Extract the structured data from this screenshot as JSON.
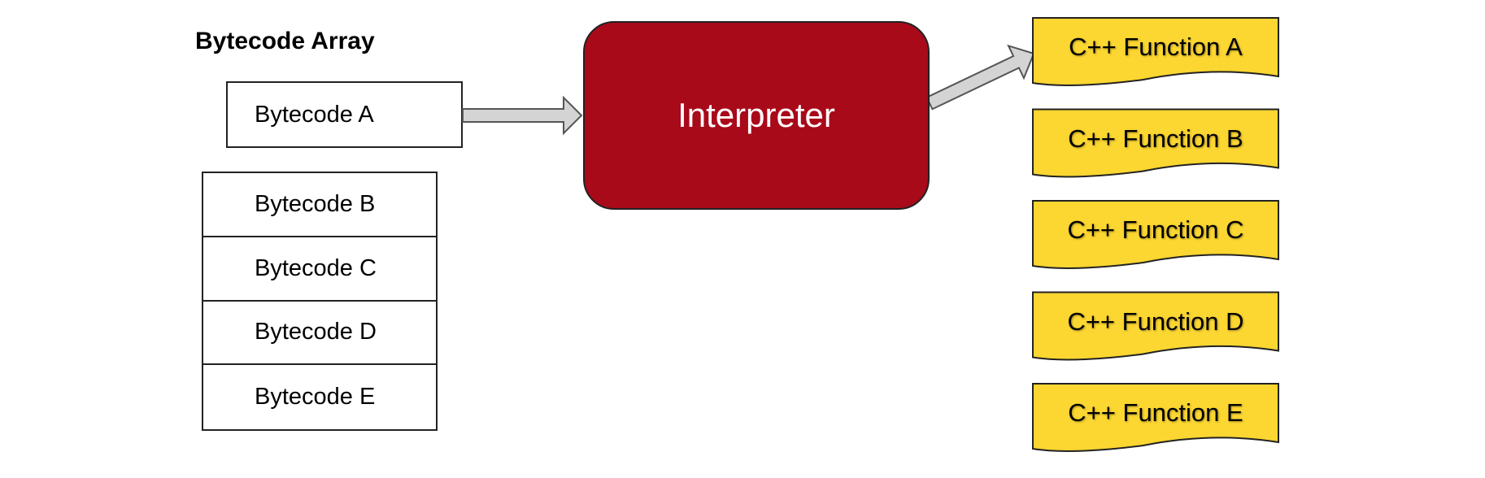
{
  "colors": {
    "interpreter_fill": "#a80a1a",
    "function_fill": "#fcd631",
    "arrow_fill": "#d4d4d4",
    "stroke": "#222222"
  },
  "array_title": "Bytecode Array",
  "current_bytecode": "Bytecode A",
  "bytecode_queue": [
    "Bytecode B",
    "Bytecode C",
    "Bytecode D",
    "Bytecode E"
  ],
  "interpreter_label": "Interpreter",
  "functions": [
    "C++ Function A",
    "C++ Function B",
    "C++ Function C",
    "C++ Function D",
    "C++ Function E"
  ]
}
